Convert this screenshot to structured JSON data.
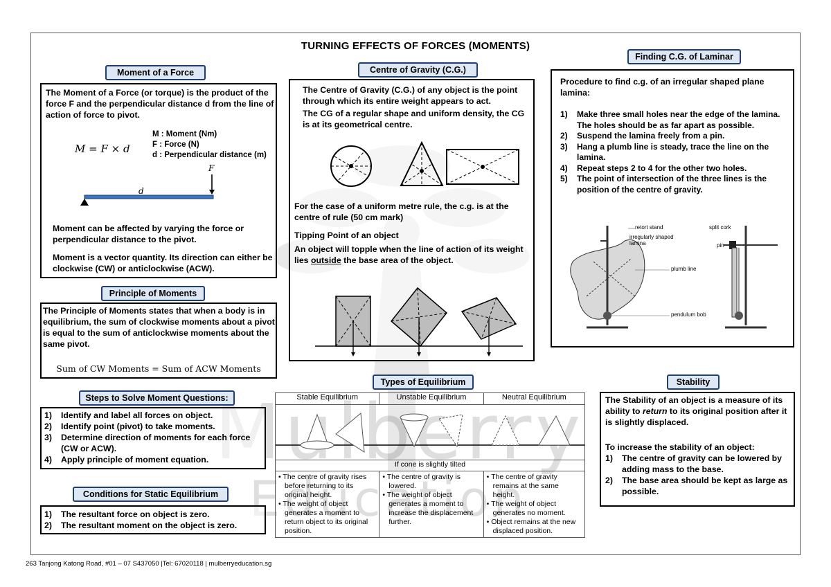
{
  "title": "TURNING EFFECTS OF FORCES (MOMENTS)",
  "watermark": {
    "word1": "Mulberry",
    "word2": "Education"
  },
  "moment": {
    "heading": "Moment of a Force",
    "def": "The Moment of a Force (or torque) is the product of the force F and the perpendicular distance d from the line of action of force to pivot.",
    "equation": "M = F × d",
    "key_m": "M : Moment (Nm)",
    "key_f": "F : Force (N)",
    "key_d": "d : Perpendicular distance (m)",
    "label_f": "F",
    "label_d": "d",
    "p1": "Moment can be affected by varying the force or perpendicular distance to the pivot.",
    "p2": "Moment is a vector quantity. Its direction can either be clockwise (CW) or anticlockwise (ACW)."
  },
  "principle": {
    "heading": "Principle of Moments",
    "text": "The Principle of Moments states that when a body is in equilibrium, the sum of clockwise moments about a pivot is equal to the sum of anticlockwise moments about the same pivot.",
    "equation": "Sum of CW Moments = Sum of ACW Moments"
  },
  "steps": {
    "heading": "Steps to Solve Moment Questions:",
    "items": [
      {
        "n": "1)",
        "t": "Identify and label all forces on object."
      },
      {
        "n": "2)",
        "t": "Identify point (pivot) to take moments."
      },
      {
        "n": "3)",
        "t": "Determine direction of moments for each force (CW or ACW)."
      },
      {
        "n": "4)",
        "t": "Apply principle of moment equation."
      }
    ]
  },
  "conditions": {
    "heading": "Conditions for Static Equilibrium",
    "items": [
      {
        "n": "1)",
        "t": "The resultant force on object is zero."
      },
      {
        "n": "2)",
        "t": "The resultant moment on the object is zero."
      }
    ]
  },
  "cg": {
    "heading": "Centre of Gravity (C.G.)",
    "p1": "The Centre of Gravity (C.G.) of any object is the point through which its entire weight appears to act.",
    "p2": "The CG of a regular shape and uniform density, the CG is at its geometrical centre.",
    "p3": "For the case of a uniform metre rule, the c.g. is at the centre of rule (50 cm mark)",
    "p4": "Tipping Point of an object",
    "p5a": "An object will topple when the line of action of its weight lies ",
    "p5b": "outside",
    "p5c": " the base area of the object."
  },
  "laminar": {
    "heading": "Finding C.G. of Laminar",
    "intro": "Procedure to find c.g. of an irregular shaped plane lamina:",
    "items": [
      {
        "n": "1)",
        "t": "Make three small holes near the edge of the lamina. The holes should be as far apart as possible."
      },
      {
        "n": "2)",
        "t": "Suspend the lamina freely from a pin."
      },
      {
        "n": "3)",
        "t": "Hang a plumb line is steady, trace the line on the lamina."
      },
      {
        "n": "4)",
        "t": "Repeat steps 2 to 4 for the other two holes."
      },
      {
        "n": "5)",
        "t": "The point of intersection of the three lines is the position of the centre of gravity."
      }
    ],
    "labels": {
      "retort": "retort stand",
      "cork": "split cork",
      "lamina": "irregularly shaped lamina",
      "pin": "pin",
      "plumb": "plumb line",
      "bob": "pendulum bob"
    }
  },
  "equilibrium": {
    "heading": "Types of Equilibrium",
    "cols": [
      "Stable Equilibrium",
      "Unstable Equilibrium",
      "Neutral Equilibrium"
    ],
    "tilt": "If cone is slightly tilted",
    "stable": [
      "The centre of gravity rises before returning to its original height.",
      "The weight of object generates a moment to return object to its original position."
    ],
    "unstable": [
      "The centre of gravity is lowered.",
      "The weight of object generates a moment to increase the displacement further."
    ],
    "neutral": [
      "The centre of gravity remains at the same height.",
      "The weight of object generates no moment.",
      "Object remains at the new displaced position."
    ]
  },
  "stability": {
    "heading": "Stability",
    "p1a": "The Stability of an object is a measure of its ability to ",
    "p1b": "return",
    "p1c": " to its original position after it is slightly displaced.",
    "p2": "To increase the stability of an object:",
    "items": [
      {
        "n": "1)",
        "t": "The centre of gravity can be lowered by adding mass to the base."
      },
      {
        "n": "2)",
        "t": "The base area should be kept as large as possible."
      }
    ]
  },
  "footer": "263 Tanjong Katong Road, #01 – 07 S437050 |Tel: 67020118 | mulberryeducation.sg"
}
